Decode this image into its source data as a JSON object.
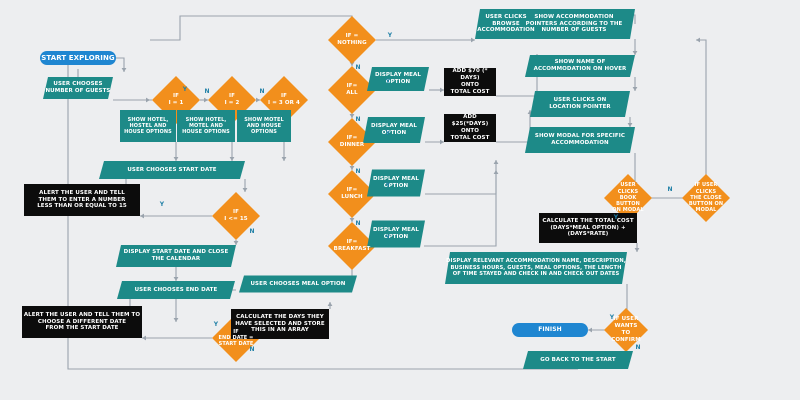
{
  "colors": {
    "teal": "#1d8a88",
    "orange": "#f28f1c",
    "black": "#0c0c0c",
    "blue": "#1f86d1",
    "line": "#9aa3ad",
    "label": "#1f7fa6",
    "bg": "#edeef0"
  },
  "nodes": {
    "start": "START EXPLORING",
    "guests": "USER CHOOSES\nNUMBER OF GUESTS",
    "if1": "IF\nI = 1",
    "if2": "IF\nI = 2",
    "if34": "IF\nI = 3 or 4",
    "show1": "SHOW HOTEL,\nHOSTEL AND\nHOUSE OPTIONS",
    "show2": "SHOW HOTEL,\nMOTEL AND\nHOUSE OPTIONS",
    "show3": "SHOW MOTEL\nAND HOUSE\nOPTIONS",
    "startdate": "USER CHOOSES START DATE",
    "alert15": "ALERT THE USER AND TELL\nTHEM TO ENTER A NUMBER\nLESS THAN OR EQUAL TO 15",
    "if15": "IF\nI <= 15",
    "calendar": "DISPLAY START DATE AND CLOSE\nTHE CALENDAR",
    "enddate": "USER CHOOSES END DATE",
    "alertdate": "ALERT THE USER AND TELL THEM TO\nCHOOSE A DIFFERENT DATE\nFROM THE START DATE",
    "ifend": "IF\nEND DATE =\nSTART DATE",
    "calcdays": "CALCULATE THE DAYS THEY\nHAVE SELECTED AND STORE\nTHIS IN AN ARRAY",
    "meal": "USER CHOOSES MEAL OPTION",
    "ifnothing": "IF =\nNOTHING",
    "ifall": "IF=\nALL",
    "ifdinner": "IF=\nDINNER",
    "iflunch": "IF=\nLUNCH",
    "ifbreakfast": "IF=\nBREAKFAST",
    "d1": "DISPLAY MEAL\nOPTION",
    "d2": "DISPLAY MEAL\nOPTION",
    "d3": "DISPLAY MEAL\nOPTION",
    "d4": "DISPLAY MEAL\nOPTION",
    "add70": "ADD $70 (* DAYS)\nONTO\nTOTAL COST",
    "add25": "ADD $25(*DAYS)\nONTO\nTOTAL COST",
    "browse": "USER CLICKS\nBROWSE\nACCOMMODATION",
    "pointers": "SHOW ACCOMMODATION\nPOINTERS ACCORDING TO THE\nNUMBER OF GUESTS",
    "showname": "SHOW NAME OF\nACCOMMODATION ON HOVER",
    "clickpointer": "USER CLICKS ON\nLOCATION POINTER",
    "modal": "SHOW MODAL FOR SPECIFIC\nACCOMMODATION",
    "ifbook": "USER CLICKS\nBOOK BUTTON\nON MODAL",
    "ifclose": "IF USER CLICKS\nTHE CLOSE\nBUTTON ON\nMODAL",
    "calctotal": "CALCULATE THE TOTAL COST\n(DAYS*MEAL OPTION) +\n(DAYS*RATE)",
    "relevant": "DISPLAY RELEVANT ACCOMMODATION NAME, DESCRIPTION,\nBUSINESS HOURS, GUESTS, MEAL OPTIONS, THE LENGTH\nOF TIME STAYED AND CHECK IN AND CHECK OUT DATES",
    "ifconfirm": "IF USER\nWANTS TO\nCONFIRM",
    "finish": "FINISH",
    "goback": "GO BACK TO THE START"
  },
  "yes": "Y",
  "no": "N"
}
